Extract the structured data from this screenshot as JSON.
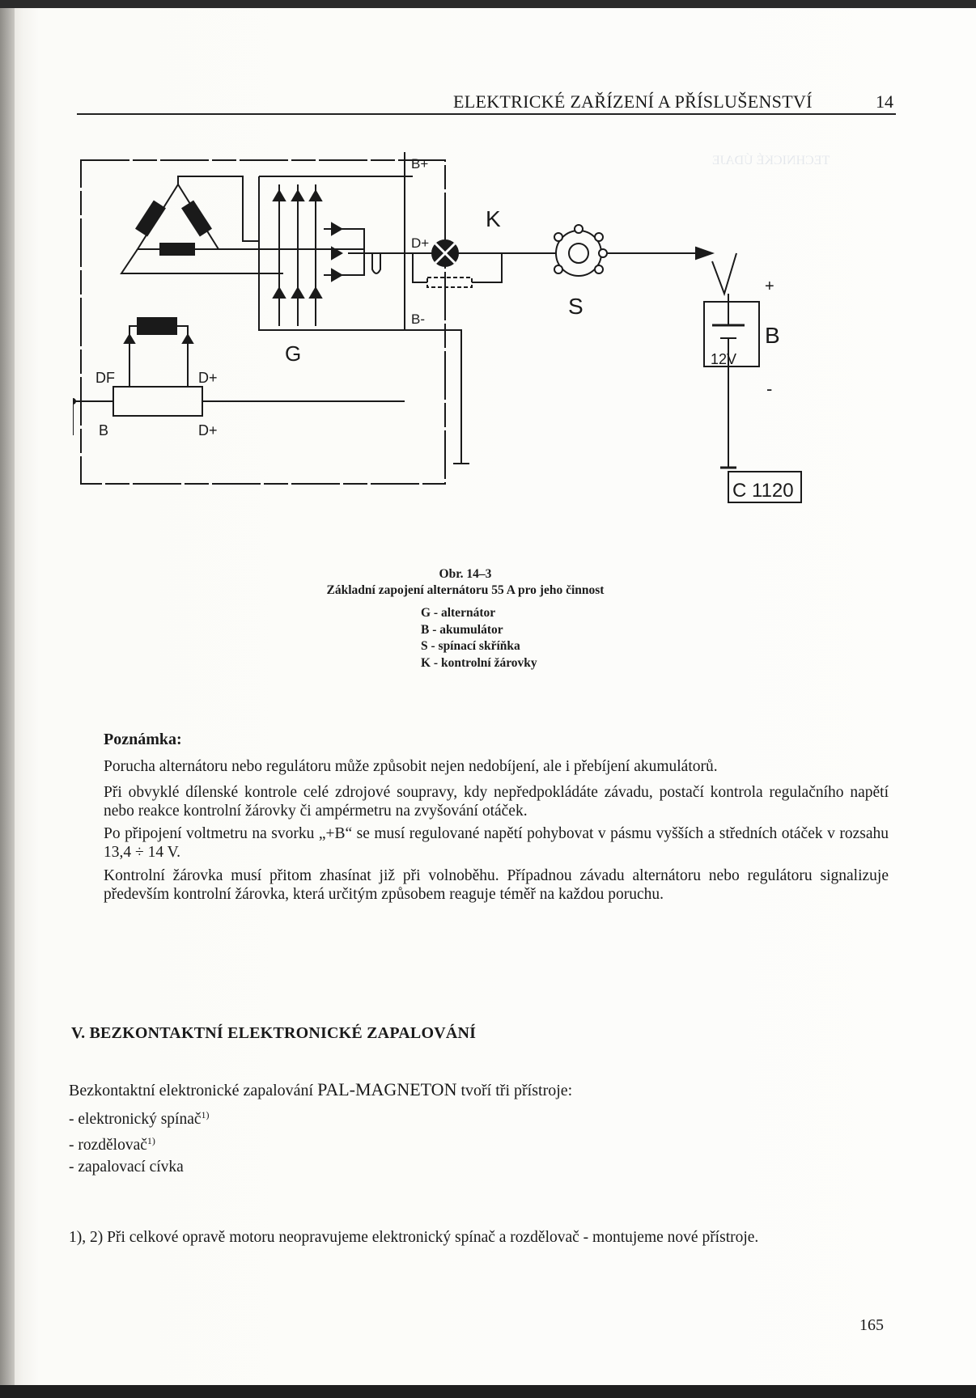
{
  "header": {
    "title": "ELEKTRICKÉ ZAŘÍZENÍ A PŘÍSLUŠENSTVÍ",
    "chapter": "14"
  },
  "diagram": {
    "labels": {
      "b_plus": "B+",
      "d_plus_top": "D+",
      "b_minus": "B-",
      "k": "K",
      "s": "S",
      "g": "G",
      "df": "DF",
      "b": "B",
      "d_plus_right": "D+",
      "d_plus_bottom": "D+",
      "battery_b": "B",
      "voltage": "12V",
      "plus": "+",
      "minus": "-",
      "code": "C 1120"
    }
  },
  "caption": {
    "number": "Obr. 14–3",
    "title": "Základní zapojení alternátoru 55 A pro jeho činnost",
    "legend": [
      "G - alternátor",
      "B - akumulátor",
      "S - spínací skříňka",
      "K - kontrolní žárovky"
    ]
  },
  "note": {
    "title": "Poznámka:",
    "paragraphs": [
      "Porucha alternátoru nebo regulátoru může způsobit nejen nedobíjení, ale i přebíjení akumulátorů.",
      "Při obvyklé dílenské kontrole celé zdrojové soupravy, kdy nepředpokládáte závadu, postačí kontrola regulačního napětí nebo reakce kontrolní žárovky či ampérmetru na zvyšování otáček.",
      "Po připojení voltmetru na svorku „+B“ se musí regulované napětí pohybovat v pásmu vyšších a středních otáček v rozsahu 13,4 ÷ 14 V.",
      "Kontrolní žárovka musí přitom zhasínat již při volnoběhu. Případnou závadu alternátoru nebo regulátoru signalizuje především kontrolní žárovka, která určitým způsobem reaguje téměř na každou poruchu."
    ]
  },
  "section": {
    "title": "V. BEZKONTAKTNÍ ELEKTRONICKÉ ZAPALOVÁNÍ",
    "intro_a": "Bezkontaktní elektronické zapalování ",
    "intro_brand": "PAL-MAGNETON",
    "intro_b": " tvoří tři přístroje:",
    "items": [
      {
        "text": "- elektronický spínač",
        "sup": "1)"
      },
      {
        "text": "- rozdělovač",
        "sup": "1)"
      },
      {
        "text": "- zapalovací cívka",
        "sup": ""
      }
    ]
  },
  "footnote": {
    "marks": "1), 2)",
    "text": " Při celkové opravě motoru neopravujeme elektronický spínač a rozdělovač - montujeme nové přístroje."
  },
  "page_number": "165"
}
